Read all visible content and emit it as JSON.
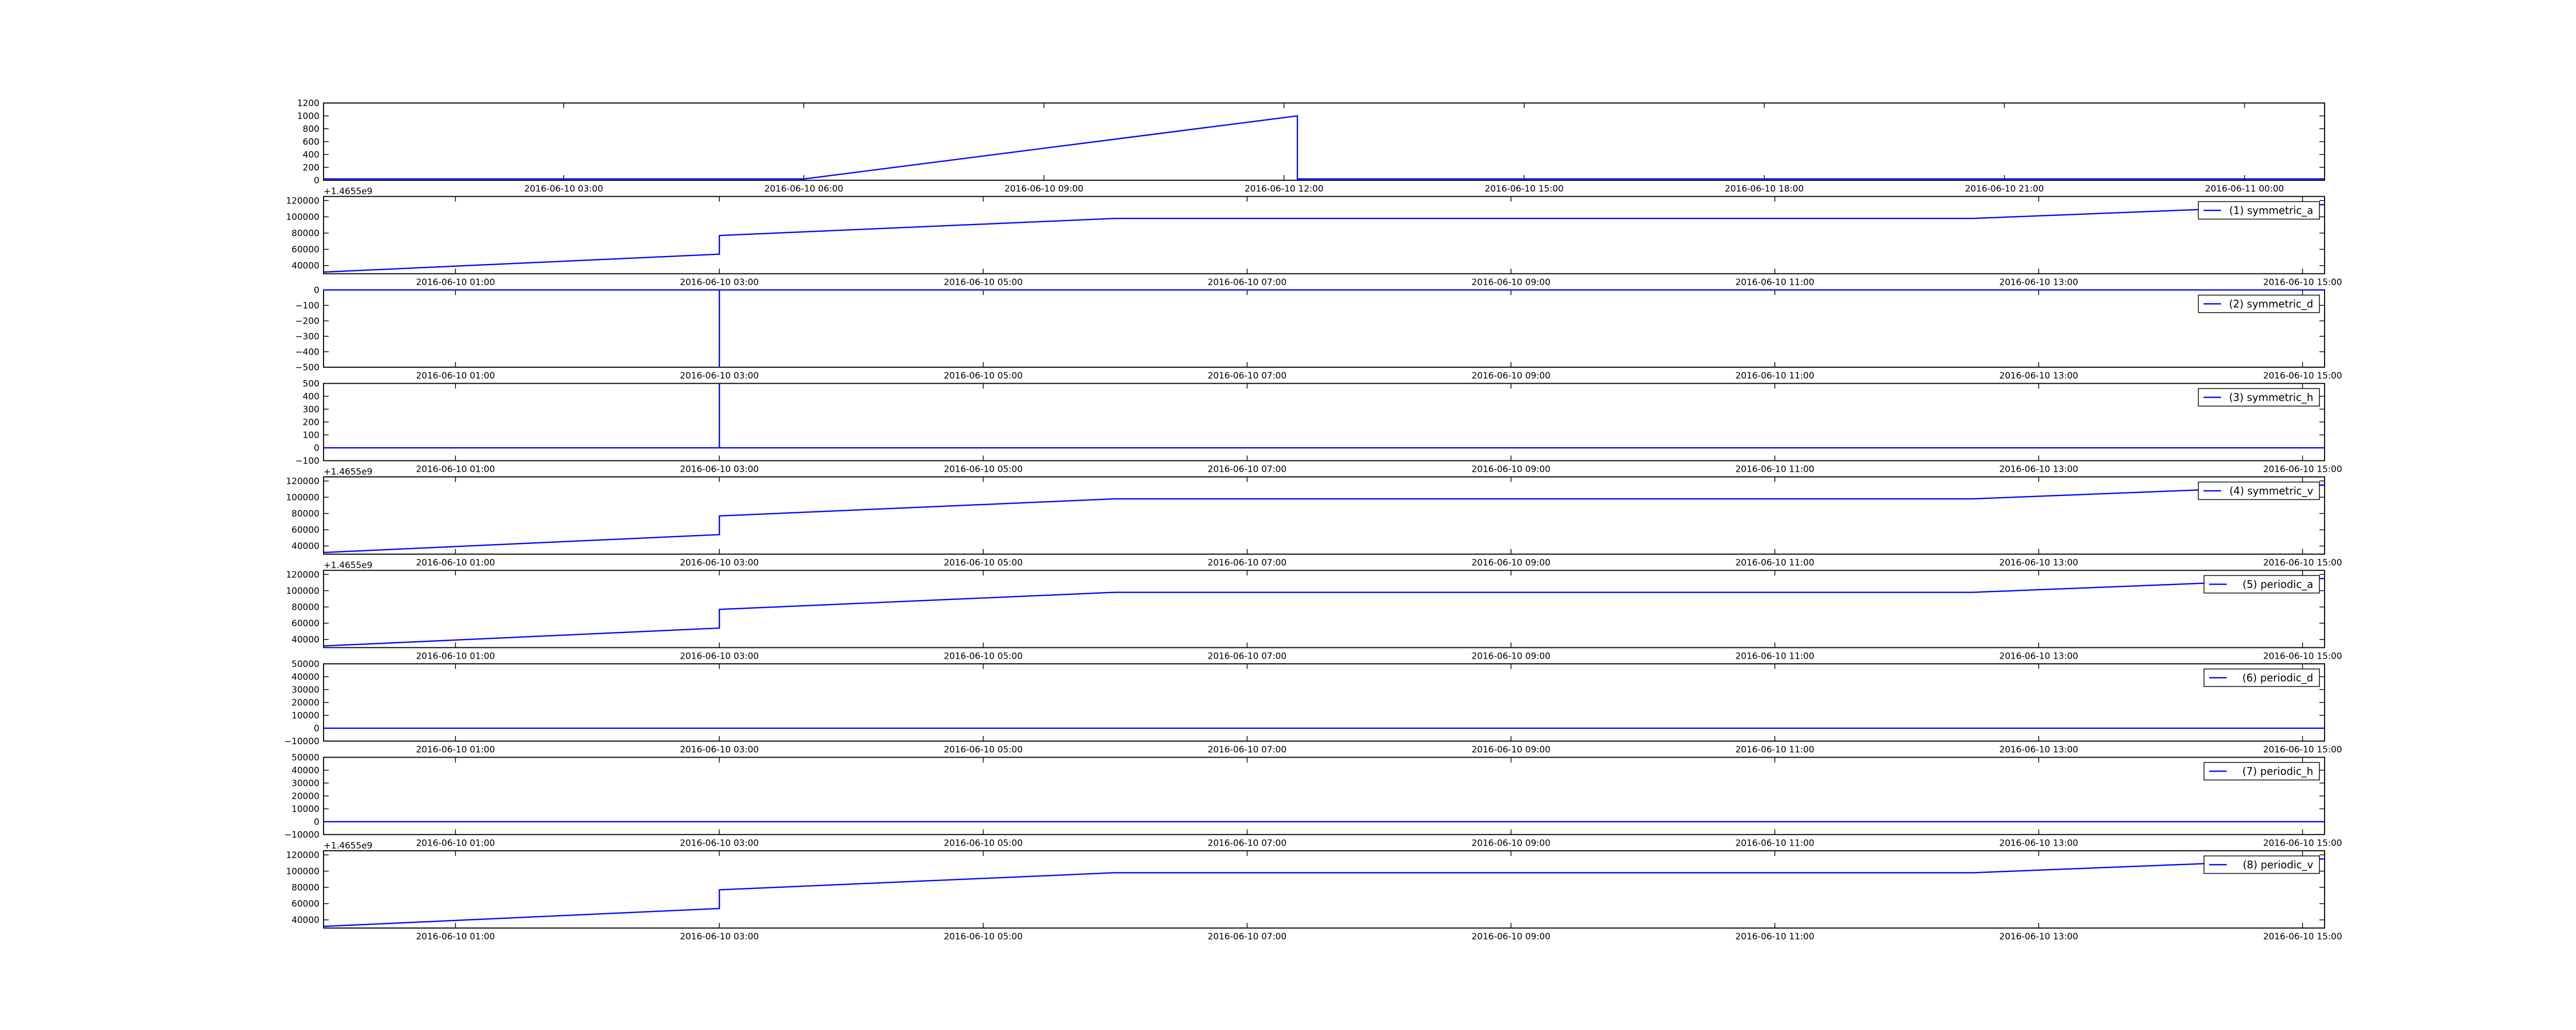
{
  "colors": {
    "series": "#0000ff",
    "axes": "#000000",
    "background": "#ffffff"
  },
  "chart_data": [
    {
      "type": "line",
      "legend": null,
      "offset_text": "+1.4655e9",
      "ylim": [
        0,
        1200
      ],
      "yticks": [
        0,
        200,
        400,
        600,
        800,
        1000,
        1200
      ],
      "ytick_labels": [
        "0",
        "200",
        "400",
        "600",
        "800",
        "1000",
        "1200"
      ],
      "xlim": [
        "2016-06-10 00:00",
        "2016-06-11 01:00"
      ],
      "xticks": [
        "2016-06-10 03:00",
        "2016-06-10 06:00",
        "2016-06-10 09:00",
        "2016-06-10 12:00",
        "2016-06-10 15:00",
        "2016-06-10 18:00",
        "2016-06-10 21:00",
        "2016-06-11 00:00"
      ],
      "series": [
        {
          "x": [
            "2016-06-10 00:00",
            "2016-06-10 06:00",
            "2016-06-10 12:10",
            "2016-06-10 12:10",
            "2016-06-11 01:00"
          ],
          "values": [
            20,
            20,
            1000,
            20,
            20
          ]
        }
      ]
    },
    {
      "type": "line",
      "legend": "(1) symmetric_a",
      "legend_loc": "upper right",
      "offset_text": "",
      "ylim": [
        30000,
        125000
      ],
      "yticks": [
        40000,
        60000,
        80000,
        100000,
        120000
      ],
      "ytick_labels": [
        "40000",
        "60000",
        "80000",
        "100000",
        "120000"
      ],
      "xlim": [
        "2016-06-10 00:00",
        "2016-06-10 15:10"
      ],
      "xticks": [
        "2016-06-10 01:00",
        "2016-06-10 03:00",
        "2016-06-10 05:00",
        "2016-06-10 07:00",
        "2016-06-10 09:00",
        "2016-06-10 11:00",
        "2016-06-10 13:00",
        "2016-06-10 15:00"
      ],
      "series": [
        {
          "name": "(1) symmetric_a",
          "x": [
            "2016-06-10 00:00",
            "2016-06-10 03:00",
            "2016-06-10 03:00",
            "2016-06-10 06:00",
            "2016-06-10 12:30",
            "2016-06-10 15:10"
          ],
          "values": [
            32000,
            54000,
            77000,
            98000,
            98000,
            115000
          ]
        }
      ]
    },
    {
      "type": "line",
      "legend": "(2) symmetric_d",
      "legend_loc": "upper right",
      "offset_text": "",
      "ylim": [
        -500,
        0
      ],
      "yticks": [
        -500,
        -400,
        -300,
        -200,
        -100,
        0
      ],
      "ytick_labels": [
        "−500",
        "−400",
        "−300",
        "−200",
        "−100",
        "0"
      ],
      "xlim": [
        "2016-06-10 00:00",
        "2016-06-10 15:10"
      ],
      "xticks": [
        "2016-06-10 01:00",
        "2016-06-10 03:00",
        "2016-06-10 05:00",
        "2016-06-10 07:00",
        "2016-06-10 09:00",
        "2016-06-10 11:00",
        "2016-06-10 13:00",
        "2016-06-10 15:00"
      ],
      "series": [
        {
          "name": "(2) symmetric_d",
          "x": [
            "2016-06-10 00:00",
            "2016-06-10 03:00",
            "2016-06-10 03:00",
            "2016-06-10 03:00",
            "2016-06-10 15:10"
          ],
          "values": [
            0,
            0,
            -500,
            0,
            0
          ]
        }
      ]
    },
    {
      "type": "line",
      "legend": "(3) symmetric_h",
      "legend_loc": "upper right",
      "offset_text": "+1.4655e9",
      "ylim": [
        -100,
        500
      ],
      "yticks": [
        -100,
        0,
        100,
        200,
        300,
        400,
        500
      ],
      "ytick_labels": [
        "−100",
        "0",
        "100",
        "200",
        "300",
        "400",
        "500"
      ],
      "xlim": [
        "2016-06-10 00:00",
        "2016-06-10 15:10"
      ],
      "xticks": [
        "2016-06-10 01:00",
        "2016-06-10 03:00",
        "2016-06-10 05:00",
        "2016-06-10 07:00",
        "2016-06-10 09:00",
        "2016-06-10 11:00",
        "2016-06-10 13:00",
        "2016-06-10 15:00"
      ],
      "series": [
        {
          "name": "(3) symmetric_h",
          "x": [
            "2016-06-10 00:00",
            "2016-06-10 03:00",
            "2016-06-10 03:00",
            "2016-06-10 03:00",
            "2016-06-10 15:10"
          ],
          "values": [
            0,
            0,
            500,
            0,
            0
          ]
        }
      ]
    },
    {
      "type": "line",
      "legend": "(4) symmetric_v",
      "legend_loc": "upper right",
      "offset_text": "+1.4655e9",
      "ylim": [
        30000,
        125000
      ],
      "yticks": [
        40000,
        60000,
        80000,
        100000,
        120000
      ],
      "ytick_labels": [
        "40000",
        "60000",
        "80000",
        "100000",
        "120000"
      ],
      "xlim": [
        "2016-06-10 00:00",
        "2016-06-10 15:10"
      ],
      "xticks": [
        "2016-06-10 01:00",
        "2016-06-10 03:00",
        "2016-06-10 05:00",
        "2016-06-10 07:00",
        "2016-06-10 09:00",
        "2016-06-10 11:00",
        "2016-06-10 13:00",
        "2016-06-10 15:00"
      ],
      "series": [
        {
          "name": "(4) symmetric_v",
          "x": [
            "2016-06-10 00:00",
            "2016-06-10 03:00",
            "2016-06-10 03:00",
            "2016-06-10 06:00",
            "2016-06-10 12:30",
            "2016-06-10 15:10"
          ],
          "values": [
            32000,
            54000,
            77000,
            98000,
            98000,
            115000
          ]
        }
      ]
    },
    {
      "type": "line",
      "legend": "(5) periodic_a",
      "legend_loc": "upper right",
      "offset_text": "",
      "ylim": [
        30000,
        125000
      ],
      "yticks": [
        40000,
        60000,
        80000,
        100000,
        120000
      ],
      "ytick_labels": [
        "40000",
        "60000",
        "80000",
        "100000",
        "120000"
      ],
      "xlim": [
        "2016-06-10 00:00",
        "2016-06-10 15:10"
      ],
      "xticks": [
        "2016-06-10 01:00",
        "2016-06-10 03:00",
        "2016-06-10 05:00",
        "2016-06-10 07:00",
        "2016-06-10 09:00",
        "2016-06-10 11:00",
        "2016-06-10 13:00",
        "2016-06-10 15:00"
      ],
      "series": [
        {
          "name": "(5) periodic_a",
          "x": [
            "2016-06-10 00:00",
            "2016-06-10 03:00",
            "2016-06-10 03:00",
            "2016-06-10 06:00",
            "2016-06-10 12:30",
            "2016-06-10 15:10"
          ],
          "values": [
            32000,
            54000,
            77000,
            98000,
            98000,
            115000
          ]
        }
      ]
    },
    {
      "type": "line",
      "legend": "(6) periodic_d",
      "legend_loc": "upper right",
      "offset_text": "",
      "ylim": [
        -10000,
        50000
      ],
      "yticks": [
        -10000,
        0,
        10000,
        20000,
        30000,
        40000,
        50000
      ],
      "ytick_labels": [
        "−10000",
        "0",
        "10000",
        "20000",
        "30000",
        "40000",
        "50000"
      ],
      "xlim": [
        "2016-06-10 00:00",
        "2016-06-10 15:10"
      ],
      "xticks": [
        "2016-06-10 01:00",
        "2016-06-10 03:00",
        "2016-06-10 05:00",
        "2016-06-10 07:00",
        "2016-06-10 09:00",
        "2016-06-10 11:00",
        "2016-06-10 13:00",
        "2016-06-10 15:00"
      ],
      "series": [
        {
          "name": "(6) periodic_d",
          "x": [
            "2016-06-10 00:00",
            "2016-06-10 15:10"
          ],
          "values": [
            0,
            0
          ]
        }
      ]
    },
    {
      "type": "line",
      "legend": "(7) periodic_h",
      "legend_loc": "upper right",
      "offset_text": "+1.4655e9",
      "ylim": [
        -10000,
        50000
      ],
      "yticks": [
        -10000,
        0,
        10000,
        20000,
        30000,
        40000,
        50000
      ],
      "ytick_labels": [
        "−10000",
        "0",
        "10000",
        "20000",
        "30000",
        "40000",
        "50000"
      ],
      "xlim": [
        "2016-06-10 00:00",
        "2016-06-10 15:10"
      ],
      "xticks": [
        "2016-06-10 01:00",
        "2016-06-10 03:00",
        "2016-06-10 05:00",
        "2016-06-10 07:00",
        "2016-06-10 09:00",
        "2016-06-10 11:00",
        "2016-06-10 13:00",
        "2016-06-10 15:00"
      ],
      "series": [
        {
          "name": "(7) periodic_h",
          "x": [
            "2016-06-10 00:00",
            "2016-06-10 15:10"
          ],
          "values": [
            0,
            0
          ]
        }
      ]
    },
    {
      "type": "line",
      "legend": "(8) periodic_v",
      "legend_loc": "upper right",
      "offset_text": "",
      "ylim": [
        30000,
        125000
      ],
      "yticks": [
        40000,
        60000,
        80000,
        100000,
        120000
      ],
      "ytick_labels": [
        "40000",
        "60000",
        "80000",
        "100000",
        "120000"
      ],
      "xlim": [
        "2016-06-10 00:00",
        "2016-06-10 15:10"
      ],
      "xticks": [
        "2016-06-10 01:00",
        "2016-06-10 03:00",
        "2016-06-10 05:00",
        "2016-06-10 07:00",
        "2016-06-10 09:00",
        "2016-06-10 11:00",
        "2016-06-10 13:00",
        "2016-06-10 15:00"
      ],
      "series": [
        {
          "name": "(8) periodic_v",
          "x": [
            "2016-06-10 00:00",
            "2016-06-10 03:00",
            "2016-06-10 03:00",
            "2016-06-10 06:00",
            "2016-06-10 12:30",
            "2016-06-10 15:10"
          ],
          "values": [
            32000,
            54000,
            77000,
            98000,
            98000,
            115000
          ]
        }
      ]
    }
  ]
}
